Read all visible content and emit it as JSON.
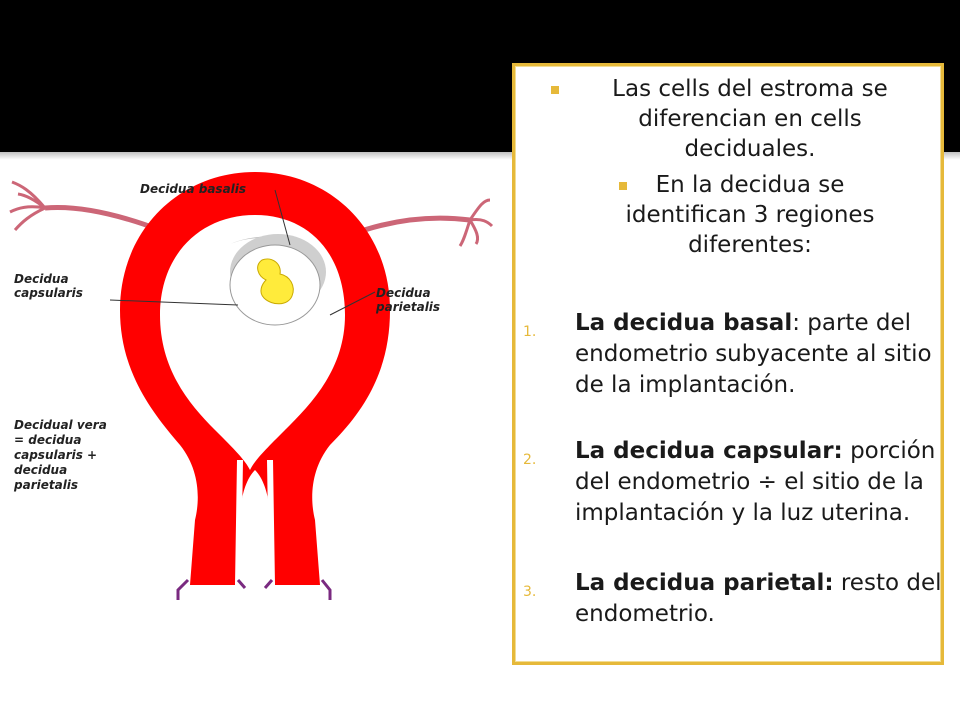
{
  "diagram": {
    "labels": {
      "basalis": "Decidua basalis",
      "capsularis": [
        "Decidua",
        "capsularis"
      ],
      "parietalis": [
        "Decidua",
        "parietalis"
      ],
      "vera": [
        "Decidual vera",
        "= decidua",
        "capsularis +",
        "decidua",
        "parietalis"
      ]
    }
  },
  "bullets": [
    {
      "lines": [
        "Las cells del estroma se",
        "diferencian en cells",
        "deciduales."
      ]
    },
    {
      "lines": [
        "En la decidua se",
        "identifican 3 regiones",
        "diferentes:"
      ]
    }
  ],
  "list": [
    {
      "num": "1.",
      "term": "La decidua basal",
      "rest": ": parte del endometrio subyacente al sitio de la implantación."
    },
    {
      "num": "2.",
      "term": "La decidua capsular:",
      "rest": " porción del endometrio ÷ el sitio de la implantación y la luz uterina."
    },
    {
      "num": "3.",
      "term": "La decidua parietal:",
      "rest": " resto del endometrio."
    }
  ],
  "colors": {
    "accent": "#e6b93a",
    "uterus": "#ff0000",
    "tube": "#cc6677",
    "cervix": "#7a2a80"
  }
}
